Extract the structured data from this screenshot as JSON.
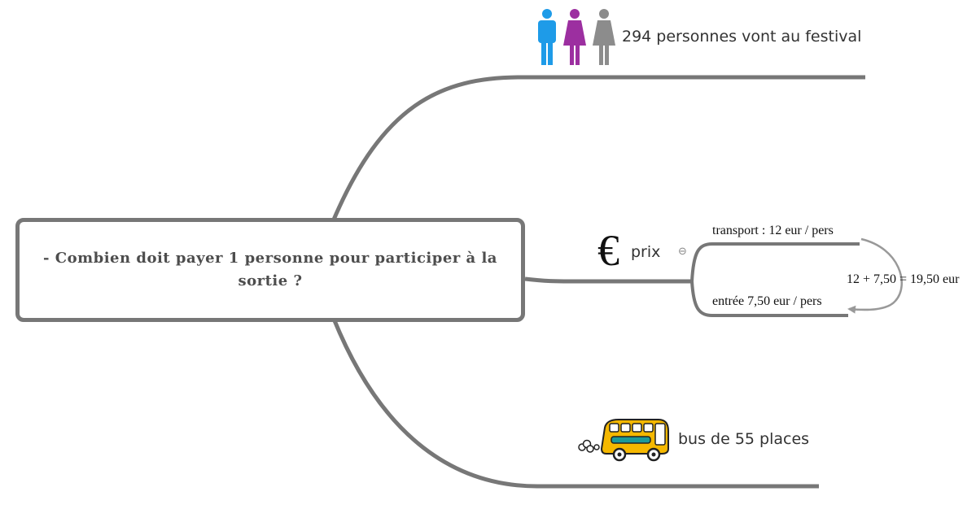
{
  "central_topic": "- Combien doit payer 1 personne pour participer à la sortie ?",
  "branches": {
    "people": {
      "label": "294 personnes vont au festival",
      "icon": "people-icon"
    },
    "price": {
      "label": "prix",
      "icon": "euro-icon",
      "symbol": "€",
      "collapse_symbol": "⊖",
      "subtopics": {
        "transport": "transport : 12 eur / pers",
        "entry": "entrée 7,50 eur / pers"
      },
      "relationship_label": "12 + 7,50 = 19,50 eur"
    },
    "bus": {
      "label": "bus de 55 places",
      "icon": "bus-icon"
    }
  },
  "colors": {
    "branch": "#777777",
    "relationship": "#999999",
    "man": "#1e9be8",
    "woman": "#9c2fa0",
    "person_gray": "#8c8c8c",
    "bus_body": "#f5b800",
    "bus_window": "#1a9a9a"
  }
}
